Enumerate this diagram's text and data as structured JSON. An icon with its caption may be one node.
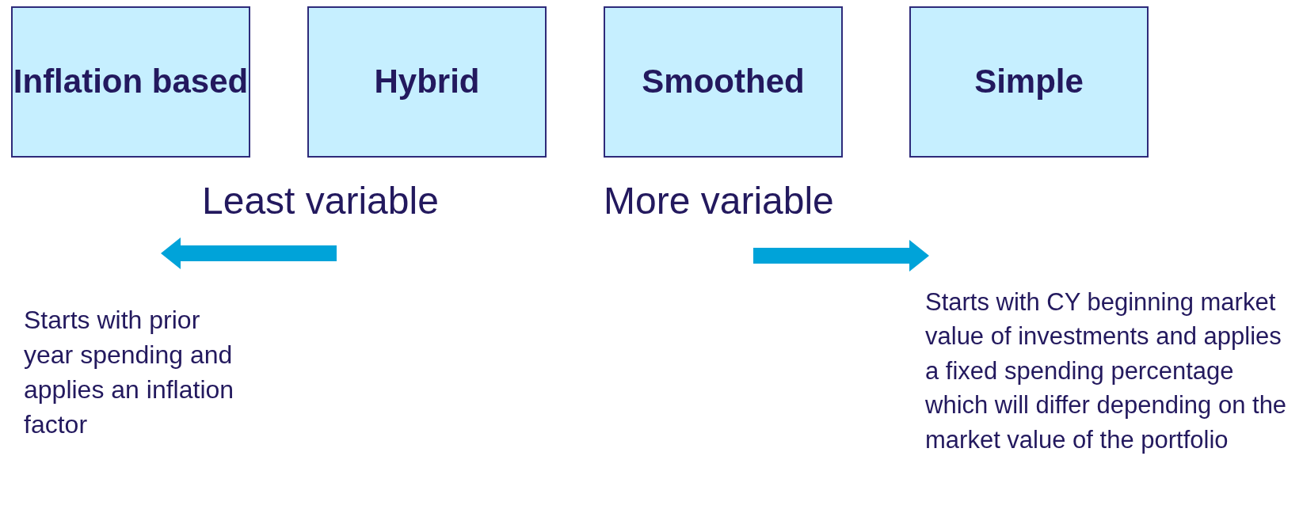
{
  "diagram": {
    "nodes": [
      {
        "text": [
          "Inflation based"
        ]
      },
      {
        "text": [
          "Hybrid"
        ]
      },
      {
        "text": [
          "Smoothed"
        ]
      },
      {
        "text": [
          "Simple"
        ]
      }
    ],
    "labels": [
      "Least variable",
      "More variable",
      "Starts with prior year spending and applies an inflation factor",
      "Starts with CY beginning market value of investments and applies a fixed spending percentage which will differ depending on the market value of the portfolio"
    ]
  }
}
